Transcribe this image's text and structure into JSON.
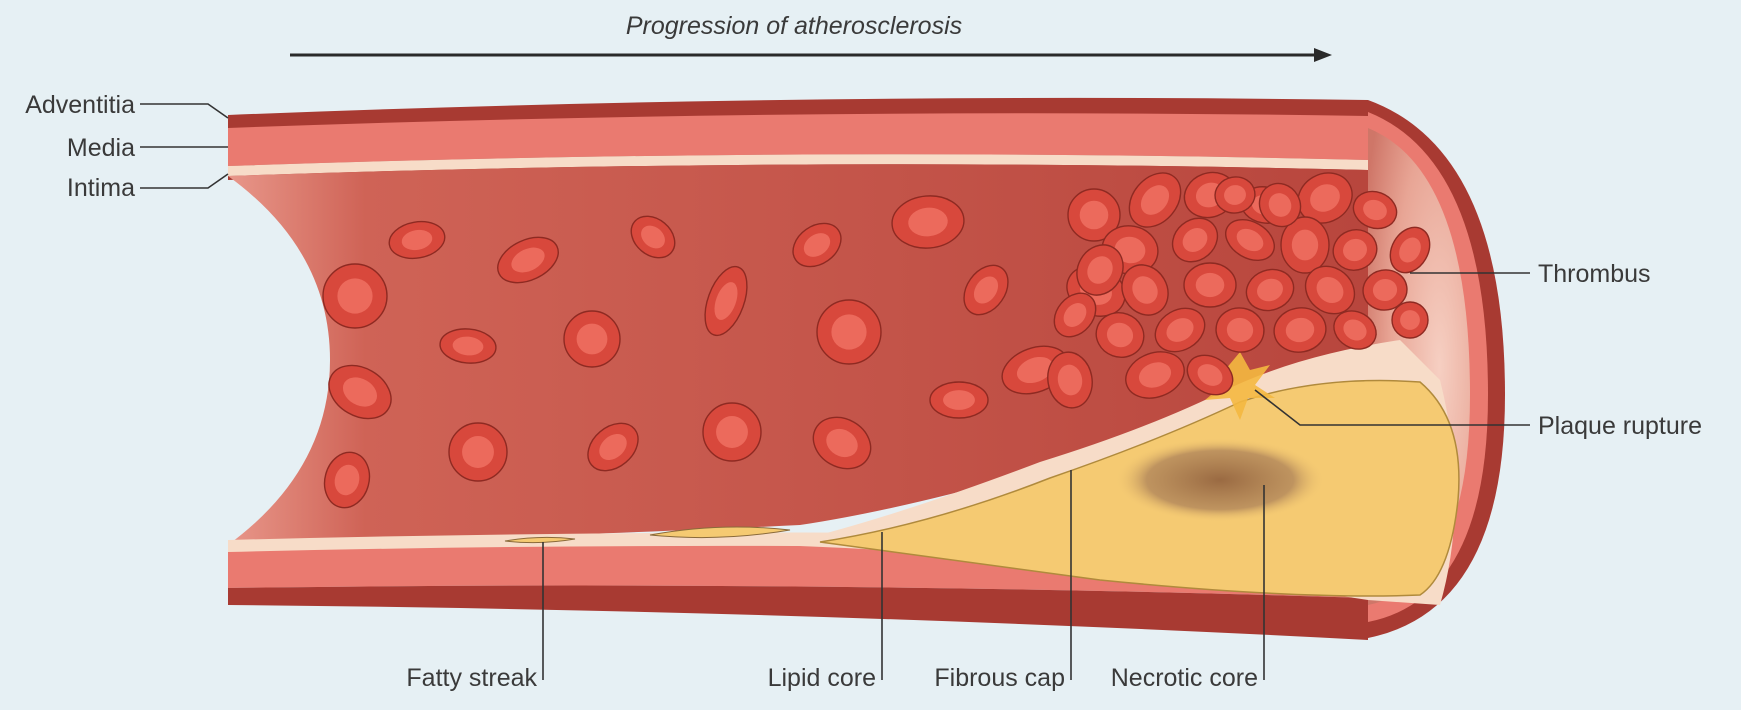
{
  "title": "Progression of atherosclerosis",
  "labels": {
    "adventitia": "Adventitia",
    "media": "Media",
    "intima": "Intima",
    "thrombus": "Thrombus",
    "plaque_rupture": "Plaque rupture",
    "fatty_streak": "Fatty streak",
    "lipid_core": "Lipid core",
    "fibrous_cap": "Fibrous cap",
    "necrotic_core": "Necrotic core"
  },
  "colors": {
    "background": "#e6f0f4",
    "adventitia": "#a83a32",
    "media": "#ea7a70",
    "intima": "#f7dcc8",
    "lumen": "#c24f45",
    "red_cell": "#d8483c",
    "lipid": "#f5ca72",
    "necrotic": "#a77b52"
  }
}
